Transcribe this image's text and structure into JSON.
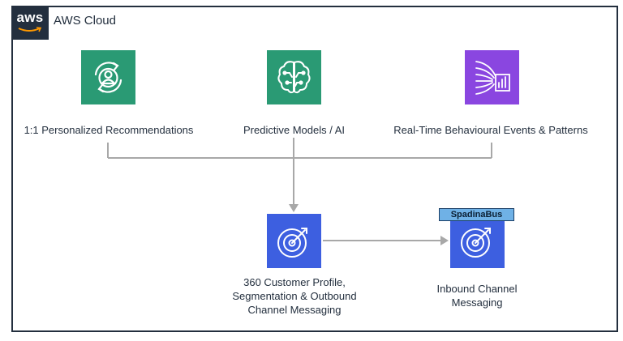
{
  "logo": {
    "text": "aws"
  },
  "cloud": {
    "title": "AWS Cloud"
  },
  "nodes": {
    "recommendations": {
      "label": "1:1 Personalized Recommendations",
      "icon": "personalize-icon",
      "color": "#2a9a74"
    },
    "predictive": {
      "label": "Predictive Models / AI",
      "icon": "machine-learning-brain-icon",
      "color": "#2a9a74"
    },
    "realtime": {
      "label": "Real-Time Behavioural Events & Patterns",
      "icon": "streaming-analytics-icon",
      "color": "#8a46e0"
    },
    "profile": {
      "label_lines": [
        "360 Customer Profile,",
        "Segmentation & Outbound",
        "Channel Messaging"
      ],
      "icon": "pinpoint-target-icon",
      "color": "#3d5fe0"
    },
    "inbound": {
      "label_lines": [
        "Inbound Channel",
        "Messaging"
      ],
      "icon": "pinpoint-target-icon",
      "color": "#3d5fe0",
      "badge": "SpadinaBus"
    }
  }
}
